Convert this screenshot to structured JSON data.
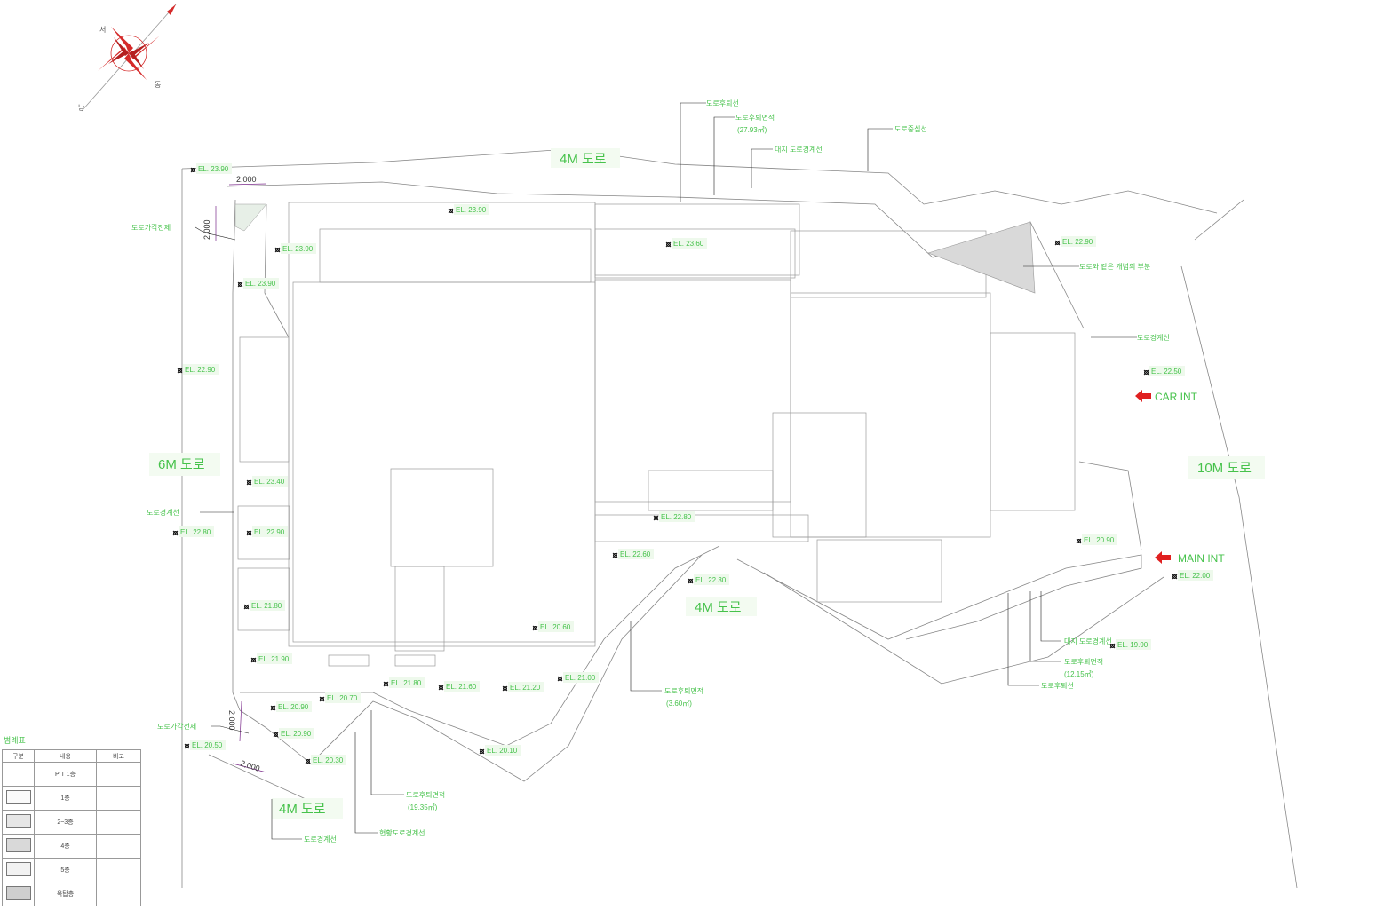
{
  "compass": {
    "labels": [
      "서",
      "동",
      "남"
    ]
  },
  "roads": {
    "north": "4M 도로",
    "west": "6M 도로",
    "east": "10M 도로",
    "south_inner": "4M 도로",
    "south": "4M 도로"
  },
  "entries": {
    "car": "CAR INT",
    "main": "MAIN INT"
  },
  "dimensions": {
    "d1": "2,000",
    "d2": "2,000",
    "d3": "2,000",
    "d4": "2,000"
  },
  "annotations": {
    "n1": "도로후퇴선",
    "n2": "도로후퇴면적",
    "n2b": "(27.93㎡)",
    "n3": "대지 도로경계선",
    "n4": "도로중심선",
    "n5": "도로가각전제",
    "n6": "도로경계선",
    "n7": "도로와 같은 개념의 부분",
    "n8": "도로경계선",
    "n9": "대지 도로경계선",
    "n10": "도로후퇴면적",
    "n10b": "(12.15㎡)",
    "n11": "도로후퇴선",
    "n12": "도로후퇴면적",
    "n12b": "(3.60㎡)",
    "n13": "도로가각전제",
    "n14": "도로후퇴면적",
    "n14b": "(19.35㎡)",
    "n15": "도로경계선",
    "n16": "현황도로경계선"
  },
  "elevations": [
    "EL. 23.90",
    "EL. 23.90",
    "EL. 23.90",
    "EL. 23.60",
    "EL. 23.90",
    "EL. 22.90",
    "EL. 23.40",
    "EL. 22.80",
    "EL. 22.90",
    "EL. 22.90",
    "EL. 22.50",
    "EL. 22.80",
    "EL. 22.60",
    "EL. 22.30",
    "EL. 22.00",
    "EL. 21.80",
    "EL. 21.90",
    "EL. 21.80",
    "EL. 21.60",
    "EL. 21.20",
    "EL. 21.00",
    "EL. 20.90",
    "EL. 20.90",
    "EL. 20.50",
    "EL. 20.30",
    "EL. 20.10",
    "EL. 20.90",
    "EL. 19.90",
    "EL. 20.60",
    "EL. 20.70"
  ],
  "legend": {
    "title": "범례표",
    "headers": [
      "구분",
      "내용",
      "비고"
    ],
    "rows": [
      "PIT 1층",
      "1층",
      "2~3층",
      "4층",
      "5층",
      "옥탑층"
    ]
  }
}
